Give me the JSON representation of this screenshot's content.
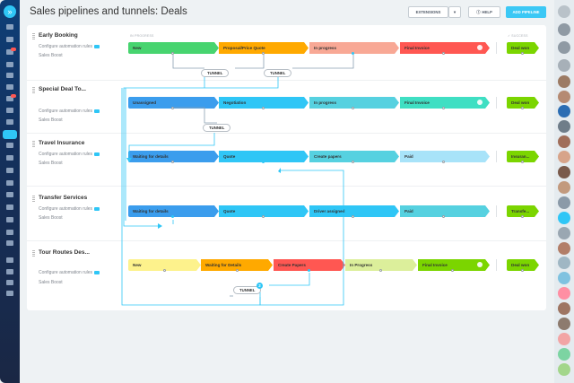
{
  "header": {
    "title": "Sales pipelines and tunnels: Deals",
    "extensions_label": "EXTENSIONS",
    "help_label": "HELP",
    "add_pipeline_label": "ADD PIPELINE"
  },
  "columns": {
    "in_progress": "IN PROGRESS",
    "success": "✓ SUCCESS"
  },
  "pipelines": [
    {
      "name": "Early Booking",
      "automation": "Configure automation rules",
      "boost": "Sales Boost",
      "stages": [
        "New",
        "Proposal/Price Quote",
        "In progress",
        "Final Invoice"
      ],
      "success": "Deal won"
    },
    {
      "name": "Special Deal To...",
      "automation": "Configure automation rules",
      "boost": "Sales Boost",
      "stages": [
        "Unassigned",
        "Negotiation",
        "In progress",
        "Final Invoice"
      ],
      "success": "Deal won"
    },
    {
      "name": "Travel Insurance",
      "automation": "Configure automation rules",
      "boost": "Sales Boost",
      "stages": [
        "Waiting for details",
        "Quote",
        "Create papers",
        "Paid"
      ],
      "success": "Insuran..."
    },
    {
      "name": "Transfer Services",
      "automation": "Configure automation rules",
      "boost": "Sales Boost",
      "stages": [
        "Waiting for details",
        "Quote",
        "Driver assigned",
        "Paid"
      ],
      "success": "Transfe..."
    },
    {
      "name": "Tour Routes Des...",
      "automation": "Configure automation rules",
      "boost": "Sales Boost",
      "stages": [
        "New",
        "Waiting for Details",
        "Create Papers",
        "In Progress",
        "Final Invoice"
      ],
      "success": "Deal won"
    }
  ],
  "tunnels": {
    "label": "TUNNEL",
    "count": "2"
  },
  "colors": {
    "accent": "#2fc6f6",
    "success": "#7bd500",
    "green": "#47d46f",
    "orange": "#ffa900",
    "salmon": "#f8a895",
    "red": "#ff5752",
    "blue": "#3b9ded",
    "cyan": "#56d1e0",
    "light_blue": "#a8e3f9",
    "yellow": "#fdf28c"
  }
}
